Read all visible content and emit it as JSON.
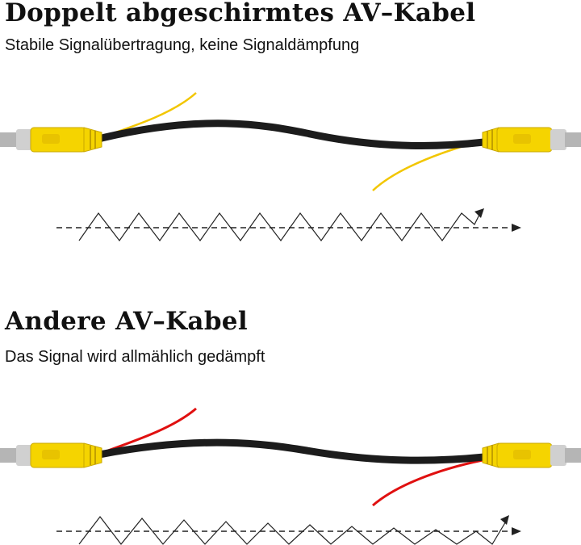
{
  "sections": [
    {
      "title": "Doppelt abgeschirmtes AV–Kabel",
      "subtitle": "Stabile Signalübertragung, keine Signaldämpfung",
      "wire_color": "#f2c600",
      "signal": "stable"
    },
    {
      "title": "Andere AV–Kabel",
      "subtitle": "Das Signal wird allmählich gedämpft",
      "wire_color": "#e01010",
      "signal": "attenuated"
    }
  ],
  "colors": {
    "connector_yellow": "#f5d400",
    "cable_black": "#1c1c1c",
    "metal": "#c8c8c8"
  }
}
